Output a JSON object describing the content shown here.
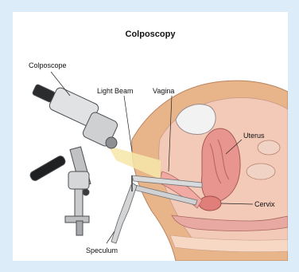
{
  "title": "Colposcopy",
  "labels": {
    "colposcope": "Colposcope",
    "light_beam": "Light Beam",
    "vagina": "Vagina",
    "uterus": "Uterus",
    "cervix": "Cervix",
    "speculum": "Speculum"
  },
  "colors": {
    "page_background": "#dcedf9",
    "skin": "#e8b48a",
    "tissue_pink": "#f3b9b4",
    "uterus": "#e9958f",
    "instrument": "#d9dadb",
    "light_beam": "#f6e6a8"
  }
}
